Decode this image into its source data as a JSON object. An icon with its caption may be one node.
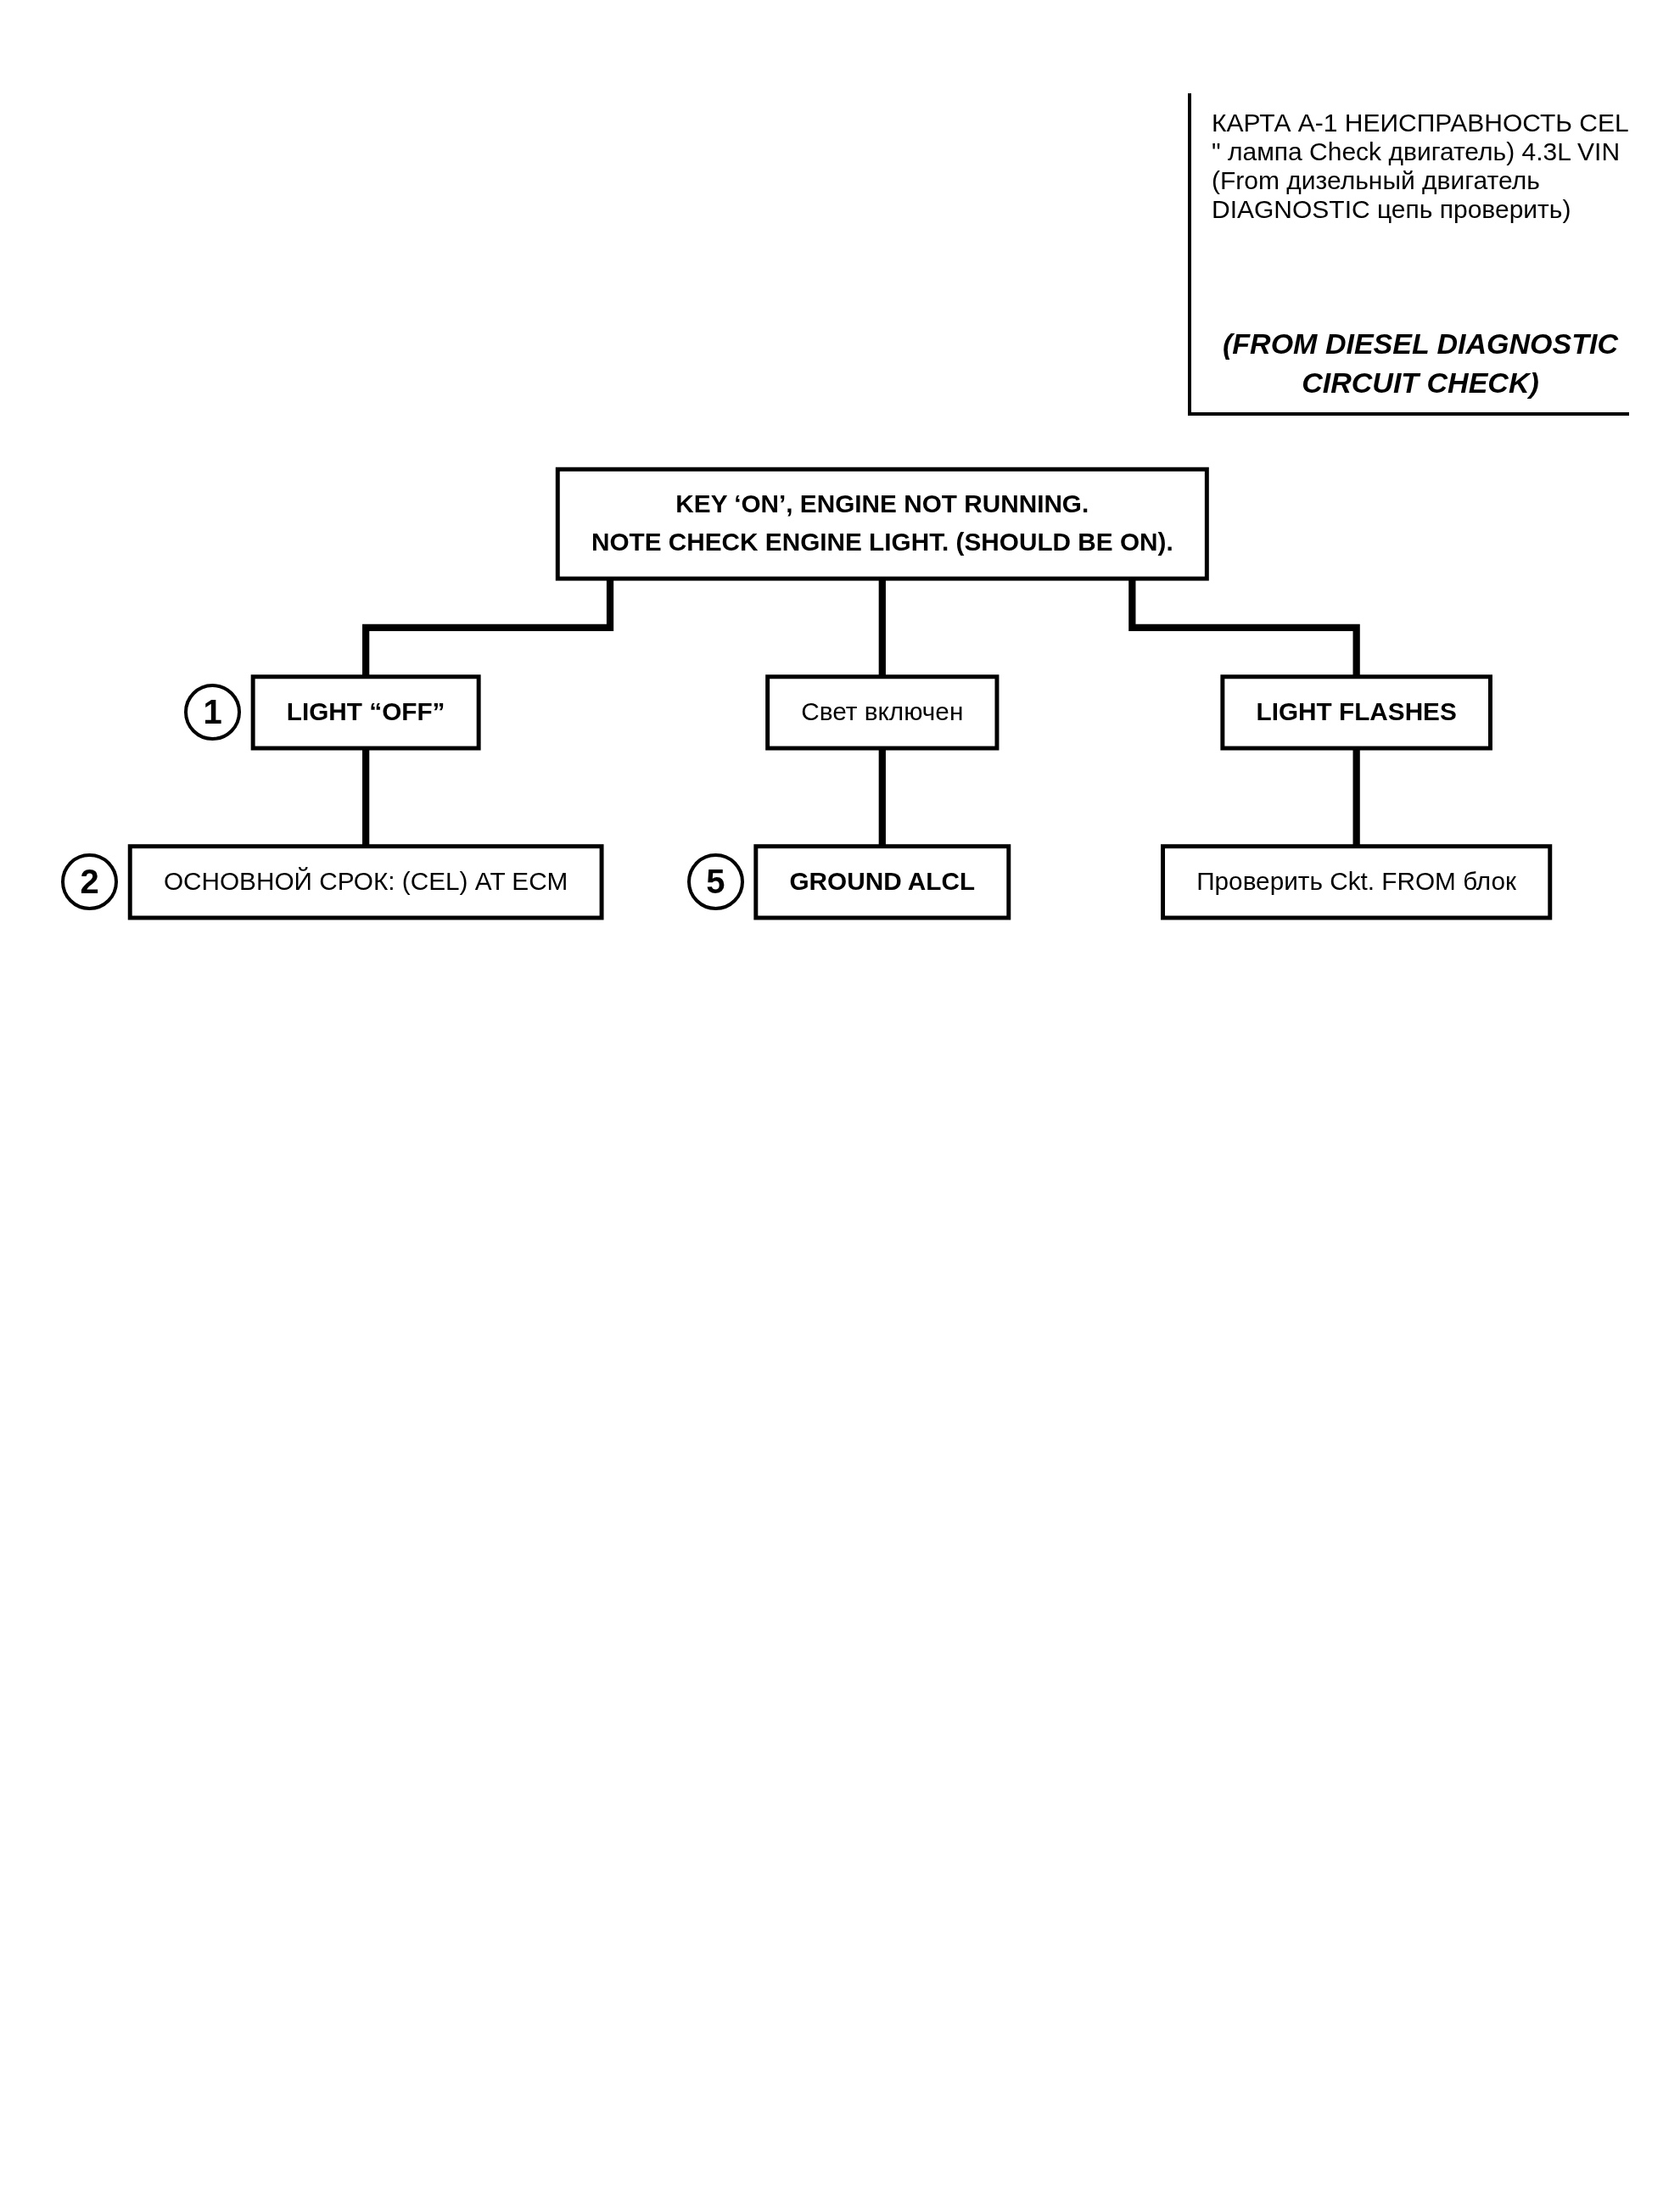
{
  "diagram": {
    "title": "КАРТА A-1 НЕИСПРАВНОСТЬ CEL \" лампа Check двигатель) 4.3L VIN (From дизельный двигатель DIAGNOSTIC цепь проверить)",
    "nodes": [
      {
        "text": [
          "KEY ‘ON’, ENGINE NOT RUNNING.",
          "NOTE CHECK ENGINE LIGHT. (SHOULD BE ON)."
        ]
      },
      {
        "text": [
          "LIGHT “OFF”"
        ],
        "beside": [
          "1"
        ]
      },
      {
        "text": [
          "Свет включен"
        ]
      },
      {
        "text": [
          "LIGHT FLASHES"
        ]
      },
      {
        "text": [
          "ОСНОВНОЙ СРОК: (CEL) AT ECM"
        ],
        "beside": [
          "2"
        ]
      },
      {
        "text": [
          "GROUND ALCL"
        ],
        "beside": [
          "5"
        ]
      },
      {
        "text": [
          "Проверить Ckt. FROM блок"
        ]
      }
    ],
    "edges": [
      {
        "from": 0,
        "to": 1,
        "arrow": "none"
      },
      {
        "from": 0,
        "to": 2,
        "arrow": "none"
      },
      {
        "from": 0,
        "to": 3,
        "arrow": "none"
      },
      {
        "from": 1,
        "to": 4,
        "arrow": "none"
      },
      {
        "from": 2,
        "to": 5,
        "arrow": "none"
      },
      {
        "from": 3,
        "to": 6,
        "arrow": "none"
      }
    ],
    "labels": [
      "(FROM DIESEL DIAGNOSTIC CIRCUIT CHECK)"
    ]
  }
}
